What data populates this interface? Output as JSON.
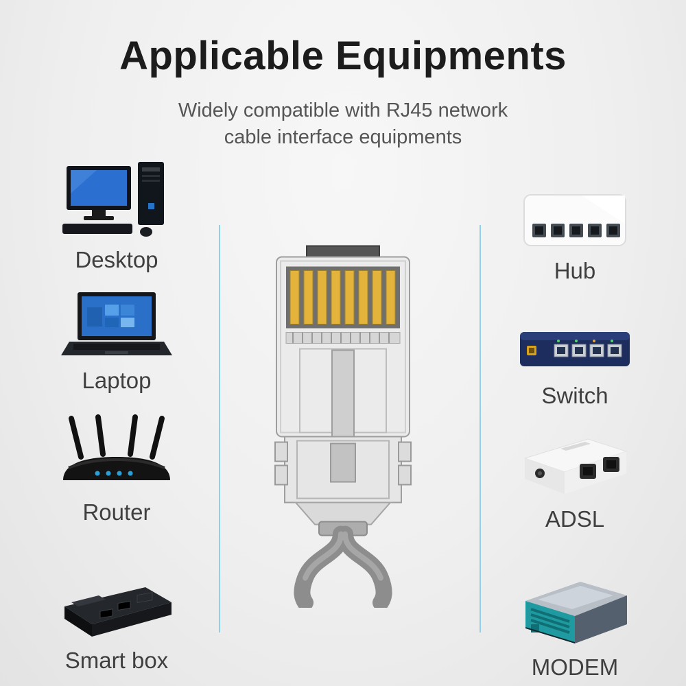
{
  "header": {
    "title": "Applicable Equipments",
    "subtitle_line1": "Widely compatible with RJ45 network",
    "subtitle_line2": "cable interface equipments"
  },
  "devices": {
    "left": [
      {
        "label": "Desktop",
        "icon": "desktop-icon"
      },
      {
        "label": "Laptop",
        "icon": "laptop-icon"
      },
      {
        "label": "Router",
        "icon": "router-icon"
      },
      {
        "label": "Smart box",
        "icon": "smart-box-icon"
      }
    ],
    "right": [
      {
        "label": "Hub",
        "icon": "hub-icon"
      },
      {
        "label": "Switch",
        "icon": "switch-icon"
      },
      {
        "label": "ADSL",
        "icon": "adsl-icon"
      },
      {
        "label": "MODEM",
        "icon": "modem-icon"
      }
    ]
  },
  "colors": {
    "divider_blue": "#8fd0ea",
    "pin_gold": "#e3b33c",
    "title_black": "#1c1c1c",
    "subtitle_gray": "#555555",
    "label_gray": "#3f3f3f"
  }
}
